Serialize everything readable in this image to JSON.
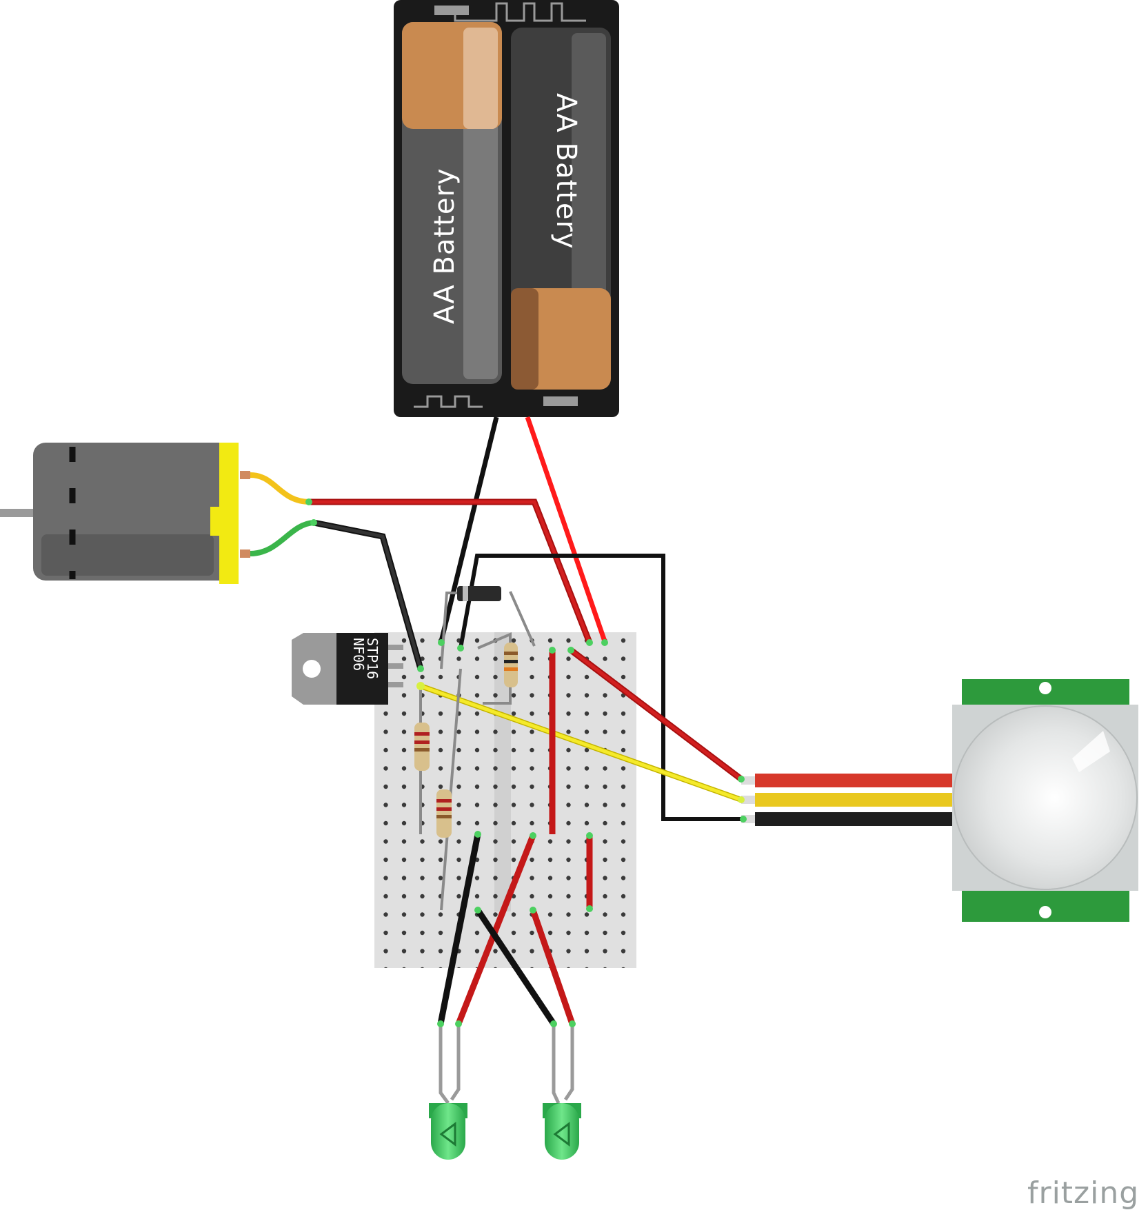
{
  "battery": {
    "cell_left_label": "AA Battery",
    "cell_right_label": "AA Battery"
  },
  "transistor": {
    "line1": "STP16",
    "line2": "NF06"
  },
  "logo": "fritzing",
  "colors": {
    "breadboard": "#e0e0e0",
    "wire_red": "#cc1111",
    "wire_black": "#222222",
    "wire_yellow": "#f0e020",
    "sensor_board": "#2d9a3c",
    "motor_body": "#6c6c6c",
    "motor_cap": "#f2ea12",
    "led": "#36c45a"
  }
}
